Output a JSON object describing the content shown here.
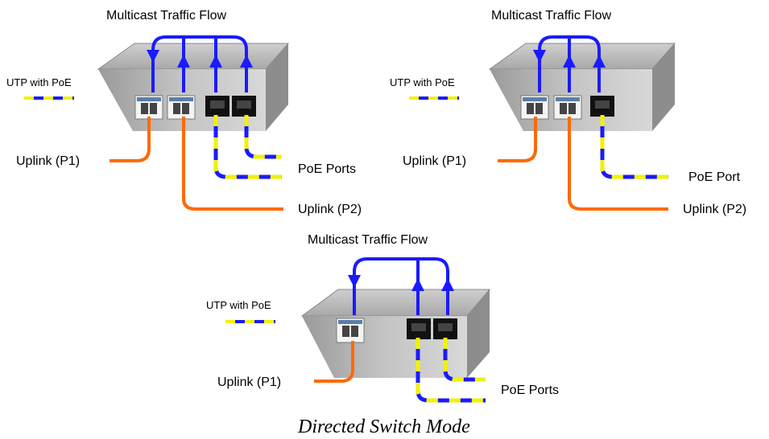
{
  "colors": {
    "multicast_flow": "#1a1aff",
    "uplink_cable": "#ff6a00",
    "utp_blue": "#1a1aff",
    "utp_yellow": "#f2f200",
    "switch_top": "#bdbdbd",
    "switch_front": "#a9a9a9",
    "switch_side": "#8a8a8a"
  },
  "icons": [
    "switch-icon",
    "sfp-port-icon",
    "rj45-port-icon",
    "utp-cable-icon",
    "fiber-cable-icon",
    "arrow-up-icon",
    "arrow-down-icon"
  ],
  "diagrams": [
    {
      "flow_title": "Multicast Traffic Flow",
      "legend_label": "UTP with PoE",
      "uplink_p1_label": "Uplink (P1)",
      "uplink_p2_label": "Uplink (P2)",
      "poe_label": "PoE Ports"
    },
    {
      "flow_title": "Multicast Traffic Flow",
      "legend_label": "UTP with PoE",
      "uplink_p1_label": "Uplink (P1)",
      "uplink_p2_label": "Uplink (P2)",
      "poe_label": "PoE Port"
    },
    {
      "flow_title": "Multicast Traffic Flow",
      "legend_label": "UTP with PoE",
      "uplink_p1_label": "Uplink (P1)",
      "poe_label": "PoE Ports"
    }
  ],
  "caption": "Directed Switch Mode"
}
